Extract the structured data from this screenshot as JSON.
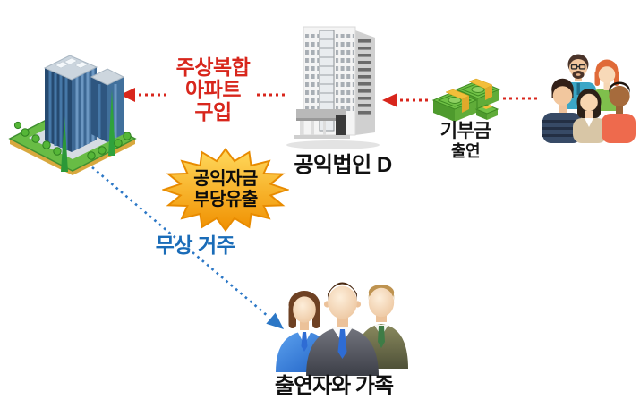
{
  "diagram": {
    "title_context": "공익법인 부동산 부당유출 흐름도",
    "labels": {
      "purchase": "주상복합\n아파트\n구입",
      "foundation": "공익법인 D",
      "donation_line1": "기부금",
      "donation_line2": "출연",
      "leak": "공익자금\n부당유출",
      "residence": "무상 거주",
      "family": "출연자와 가족"
    },
    "colors": {
      "red_accent": "#d8261c",
      "blue_text": "#1a6cb8",
      "blue_arrow": "#2b77c6",
      "starburst_top": "#ffd95c",
      "starburst_bottom": "#f09000",
      "starburst_outline": "#e88b00",
      "tower_blue": "#264a70",
      "base_green": "#68bc45",
      "money_green": "#71c247",
      "strap_yellow": "#f2be3a"
    },
    "icons": [
      "apartment-tower-icon",
      "charity-building-icon",
      "money-stack-icon",
      "donor-family-group-icon",
      "resident-family-group-icon",
      "red-dashed-arrow",
      "blue-dotted-arrow",
      "starburst-shape"
    ]
  }
}
